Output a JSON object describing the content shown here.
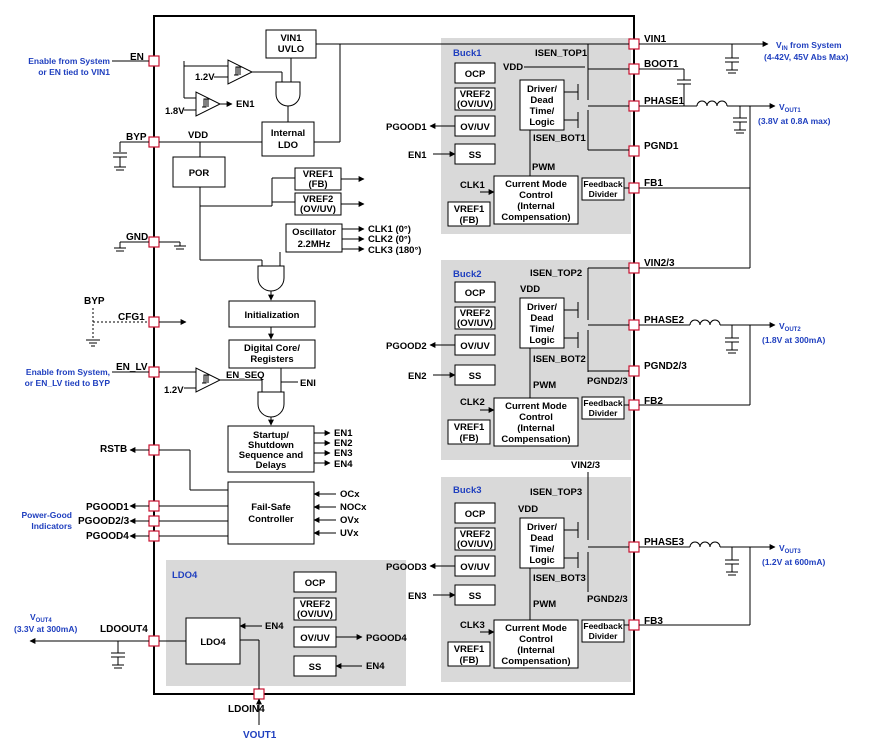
{
  "external": {
    "en_source": [
      "Enable from System",
      "or EN tied to VIN1"
    ],
    "en_lv_source": [
      "Enable from System,",
      "or EN_LV tied to BYP"
    ],
    "power_good": [
      "Power-Good",
      "Indicators"
    ],
    "vin_system": "V",
    "vin_system_sub": "IN",
    "vin_system_rest": " from System",
    "vin_range": "(4-42V, 45V Abs Max)",
    "vout1": "V",
    "vout1_sub": "OUT1",
    "vout1_spec": "(3.8V at 0.8A max)",
    "vout2": "V",
    "vout2_sub": "OUT2",
    "vout2_spec": "(1.8V at 300mA)",
    "vout3": "V",
    "vout3_sub": "OUT3",
    "vout3_spec": "(1.2V at 600mA)",
    "vout4": "V",
    "vout4_sub": "OUT4",
    "vout4_spec": "(3.3V at 300mA)",
    "ldoin_source": "VOUT1",
    "byp_label": "BYP"
  },
  "pins": {
    "en": "EN",
    "byp": "BYP",
    "gnd": "GND",
    "cfg1": "CFG1",
    "en_lv": "EN_LV",
    "rstb": "RSTB",
    "pgood1": "PGOOD1",
    "pgood23": "PGOOD2/3",
    "pgood4": "PGOOD4",
    "ldoout4": "LDOOUT4",
    "ldoin4": "LDOIN4",
    "vin1": "VIN1",
    "boot1": "BOOT1",
    "phase1": "PHASE1",
    "pgnd1": "PGND1",
    "fb1": "FB1",
    "vin23": "VIN2/3",
    "phase2": "PHASE2",
    "pgnd23": "PGND2/3",
    "fb2": "FB2",
    "phase3": "PHASE3",
    "fb3": "FB3"
  },
  "core": {
    "vin1_uvlo": [
      "VIN1",
      "UVLO"
    ],
    "ref_12": "1.2V",
    "ref_18": "1.8V",
    "en1_out": "EN1",
    "internal_ldo": [
      "Internal",
      "LDO"
    ],
    "vdd": "VDD",
    "por": "POR",
    "vref1": [
      "VREF1",
      "(FB)"
    ],
    "vref2": [
      "VREF2",
      "(OV/UV)"
    ],
    "oscillator": [
      "Oscillator",
      "2.2MHz"
    ],
    "clk1": "CLK1 (0°)",
    "clk2": "CLK2 (0°)",
    "clk3": "CLK3 (180°)",
    "initialization": "Initialization",
    "digital_core": [
      "Digital Core/",
      "Registers"
    ],
    "ref_12b": "1.2V",
    "en_seq": "EN_SEQ",
    "eni": "ENI",
    "startup": [
      "Startup/",
      "Shutdown",
      "Sequence and",
      "Delays"
    ],
    "en_outs": [
      "EN1",
      "EN2",
      "EN3",
      "EN4"
    ],
    "failsafe": [
      "Fail-Safe",
      "Controller"
    ],
    "fault_outs": [
      "OCx",
      "NOCx",
      "OVx",
      "UVx"
    ]
  },
  "buck1": {
    "title": "Buck1",
    "ocp": "OCP",
    "vref2": [
      "VREF2",
      "(OV/UV)"
    ],
    "ovuv": "OV/UV",
    "pgood": "PGOOD1",
    "ss": "SS",
    "en": "EN1",
    "vdd": "VDD",
    "driver": [
      "Driver/",
      "Dead",
      "Time/",
      "Logic"
    ],
    "isen_top": "ISEN_TOP1",
    "isen_bot": "ISEN_BOT1",
    "pwm": "PWM",
    "clk": "CLK1",
    "cm_control": [
      "Current Mode",
      "Control",
      "(Internal",
      "Compensation)"
    ],
    "vref1": [
      "VREF1",
      "(FB)"
    ],
    "fb_divider": [
      "Feedback",
      "Divider"
    ]
  },
  "buck2": {
    "title": "Buck2",
    "ocp": "OCP",
    "vref2": [
      "VREF2",
      "(OV/UV)"
    ],
    "ovuv": "OV/UV",
    "pgood": "PGOOD2",
    "ss": "SS",
    "en": "EN2",
    "vdd": "VDD",
    "driver": [
      "Driver/",
      "Dead",
      "Time/",
      "Logic"
    ],
    "isen_top": "ISEN_TOP2",
    "isen_bot": "ISEN_BOT2",
    "pwm": "PWM",
    "clk": "CLK2",
    "cm_control": [
      "Current Mode",
      "Control",
      "(Internal",
      "Compensation)"
    ],
    "vref1": [
      "VREF1",
      "(FB)"
    ],
    "fb_divider": [
      "Feedback",
      "Divider"
    ],
    "pgnd_inner": "PGND2/3"
  },
  "buck3": {
    "title": "Buck3",
    "ocp": "OCP",
    "vref2": [
      "VREF2",
      "(OV/UV)"
    ],
    "ovuv": "OV/UV",
    "pgood": "PGOOD3",
    "ss": "SS",
    "en": "EN3",
    "vdd": "VDD",
    "driver": [
      "Driver/",
      "Dead",
      "Time/",
      "Logic"
    ],
    "isen_top": "ISEN_TOP3",
    "isen_bot": "ISEN_BOT3",
    "pwm": "PWM",
    "clk": "CLK3",
    "cm_control": [
      "Current Mode",
      "Control",
      "(Internal",
      "Compensation)"
    ],
    "vref1": [
      "VREF1",
      "(FB)"
    ],
    "fb_divider": [
      "Feedback",
      "Divider"
    ],
    "vin_top": "VIN2/3",
    "pgnd_inner": "PGND2/3"
  },
  "ldo4": {
    "title": "LDO4",
    "block": "LDO4",
    "en_in": "EN4",
    "ocp": "OCP",
    "vref2": [
      "VREF2",
      "(OV/UV)"
    ],
    "ovuv": "OV/UV",
    "pgood": "PGOOD4",
    "ss": "SS",
    "en": "EN4"
  },
  "colors": {
    "pin": "#c8102e",
    "region": "#d9d9d9",
    "blue_text": "#1f3fbf"
  }
}
